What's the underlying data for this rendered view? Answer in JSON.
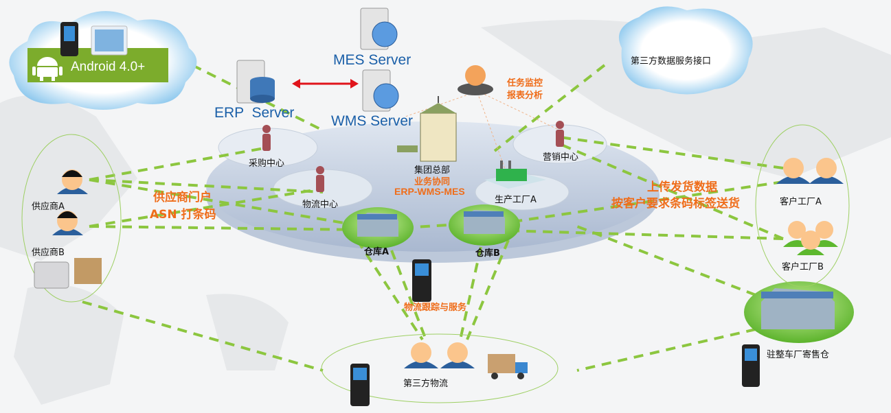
{
  "android": {
    "label": "Android 4.0+"
  },
  "servers": {
    "mes": "MES Server",
    "erp": "ERP  Server",
    "wms": "WMS Server"
  },
  "monitor": {
    "line1": "任务监控",
    "line2": "报表分析"
  },
  "third_party_api": "第三方数据服务接口",
  "centers": {
    "purchase": "采购中心",
    "logistics": "物流中心",
    "marketing": "营销中心"
  },
  "hq": {
    "name": "集团总部",
    "sub": "业务协同",
    "system": "ERP-WMS-MES"
  },
  "factory_a": "生产工厂A",
  "warehouses": {
    "a": "仓库A",
    "b": "仓库B"
  },
  "suppliers": {
    "a": "供应商A",
    "b": "供应商B"
  },
  "supplier_note": {
    "line1": "供应商门户",
    "line2": "ASN 打条码"
  },
  "customer_note": {
    "line1": "上传发货数据",
    "line2": "按客户要求条码标签送货"
  },
  "customers": {
    "a": "客户工厂A",
    "b": "客户工厂B"
  },
  "consignment": "驻整车厂寄售仓",
  "tracking": "物流跟踪与服务",
  "third_logistics": "第三方物流",
  "colors": {
    "dash": "#8cc63f",
    "orange": "#ef6d1a",
    "blue": "#1a5fa8",
    "arrow": "#e0141b",
    "android": "#7cac2c"
  }
}
